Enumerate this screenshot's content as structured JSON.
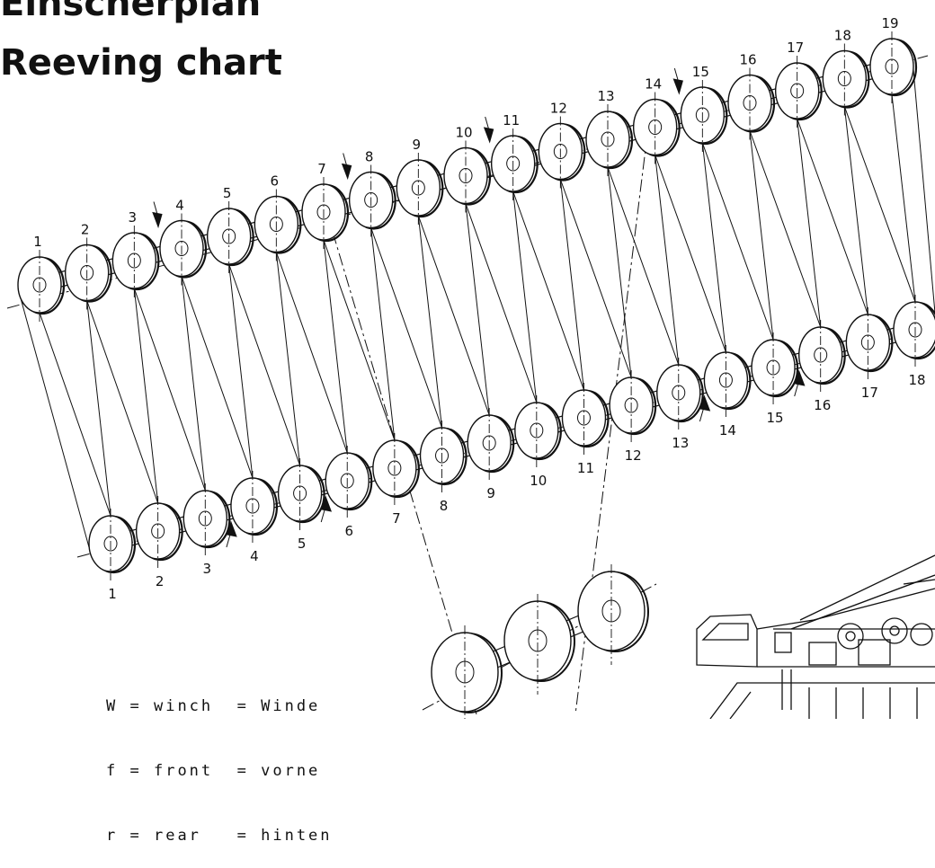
{
  "title_de": "Einscherplan",
  "title_en": "Reeving chart",
  "upper_block_labels": [
    "1",
    "2",
    "3",
    "4",
    "5",
    "6",
    "7",
    "8",
    "9",
    "10",
    "11",
    "12",
    "13",
    "14",
    "15",
    "16",
    "17",
    "18",
    "19"
  ],
  "lower_block_labels": [
    "1",
    "2",
    "3",
    "4",
    "5",
    "6",
    "7",
    "8",
    "9",
    "10",
    "11",
    "12",
    "13",
    "14",
    "15",
    "16",
    "17",
    "18"
  ],
  "legend": [
    {
      "symbol": "W",
      "en": "winch",
      "de": "Winde"
    },
    {
      "symbol": "f",
      "en": "front",
      "de": "vorne"
    },
    {
      "symbol": "r",
      "en": "rear",
      "de": "hinten"
    }
  ],
  "colors": {
    "ink": "#111111",
    "background": "#ffffff"
  }
}
